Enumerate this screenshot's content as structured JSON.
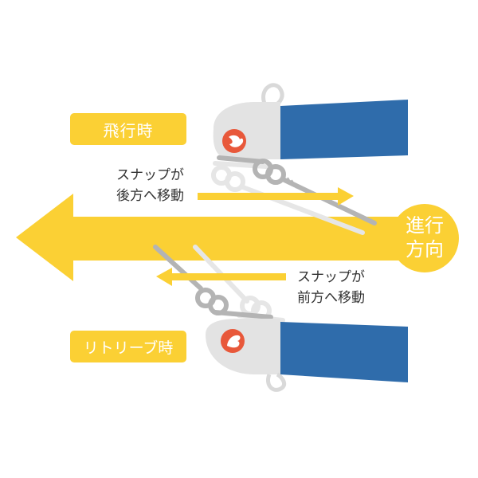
{
  "colors": {
    "yellow": "#fbd034",
    "blue": "#2f6cab",
    "lure_body": "#e3e3e3",
    "logo_red": "#e8583a",
    "snap_dark": "#b4b4b4",
    "snap_light": "#e6e6e6",
    "text": "#333333"
  },
  "flight": {
    "tag_label": "飛行時",
    "note_line1": "スナップが",
    "note_line2": "後方へ移動",
    "arrow_direction": "right"
  },
  "retrieve": {
    "tag_label": "リトリーブ時",
    "note_line1": "スナップが",
    "note_line2": "前方へ移動",
    "arrow_direction": "left"
  },
  "direction_badge": {
    "line1": "進行",
    "line2": "方向"
  },
  "icons": {
    "main_arrow": "arrow-left-icon",
    "logo": "bird-logo-icon"
  }
}
